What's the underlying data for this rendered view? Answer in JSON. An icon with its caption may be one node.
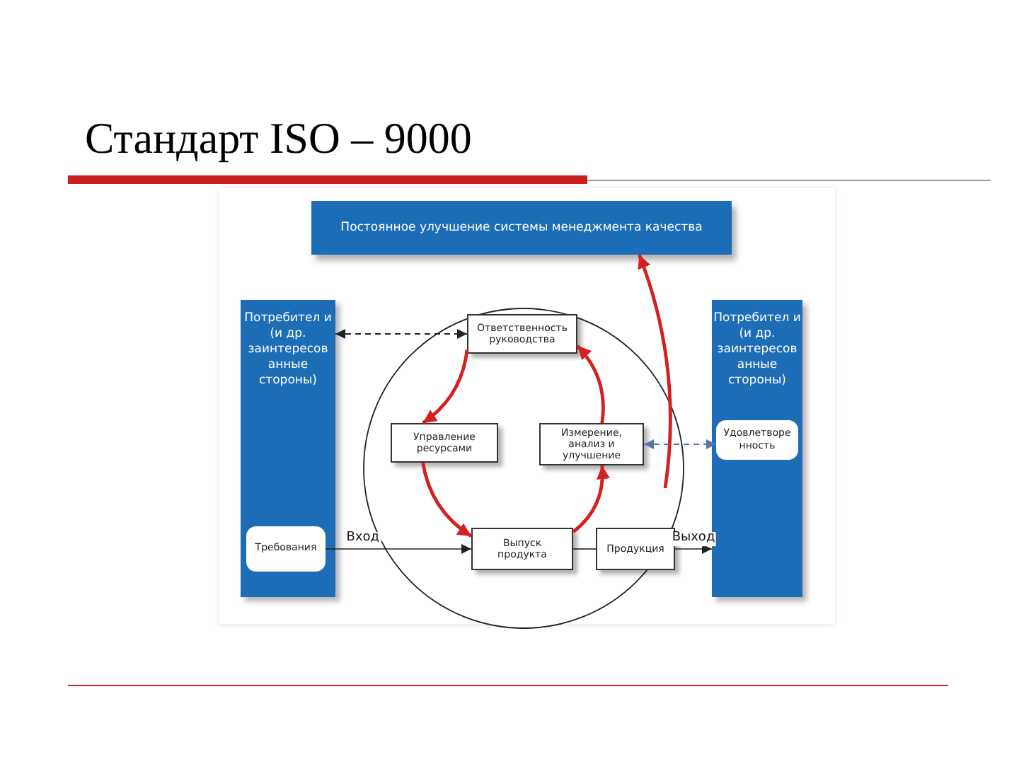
{
  "diagram": {
    "title": "Стандарт ISO – 9000",
    "nodes": [
      {
        "text": [
          "Постоянное улучшение системы менеджмента качества"
        ]
      },
      {
        "text": [
          "Потребител и (и др. заинтересов анные стороны)"
        ]
      },
      {
        "text": [
          "Требования"
        ],
        "in": 1
      },
      {
        "text": [
          "Ответственность руководства"
        ]
      },
      {
        "text": [
          "Управление ресурсами"
        ]
      },
      {
        "text": [
          "Измерение, анализ и улучшение"
        ]
      },
      {
        "text": [
          "Выпуск продукта"
        ]
      },
      {
        "text": [
          "Продукция"
        ]
      },
      {
        "text": [
          "Потребител и (и др. заинтересов анные стороны)"
        ]
      },
      {
        "text": [
          "Удовлетворенность"
        ],
        "in": 8
      }
    ],
    "edges": [
      {
        "from": 1,
        "to": 3,
        "arrow": "both",
        "style": "dashed",
        "color": "#222222"
      },
      {
        "from": 3,
        "to": 4,
        "arrow": "to",
        "style": "thick",
        "color": "#d42020"
      },
      {
        "from": 4,
        "to": 6,
        "arrow": "to",
        "style": "thick",
        "color": "#d42020"
      },
      {
        "from": 6,
        "to": 5,
        "arrow": "to",
        "style": "thick",
        "color": "#d42020"
      },
      {
        "from": 5,
        "to": 3,
        "arrow": "to",
        "style": "thick",
        "color": "#d42020"
      },
      {
        "from": null,
        "to": 0,
        "arrow": "to",
        "style": "thick",
        "color": "#d42020"
      },
      {
        "from": 5,
        "to": 9,
        "arrow": "both",
        "style": "dashed",
        "color": "#5577aa"
      },
      {
        "from": 2,
        "to": 6,
        "arrow": "to",
        "label": "Вход",
        "color": "#222222"
      },
      {
        "from": 6,
        "to": 7,
        "arrow": "none",
        "color": "#222222"
      },
      {
        "from": 7,
        "to": 8,
        "arrow": "to",
        "label": "Выход",
        "color": "#222222"
      }
    ]
  }
}
